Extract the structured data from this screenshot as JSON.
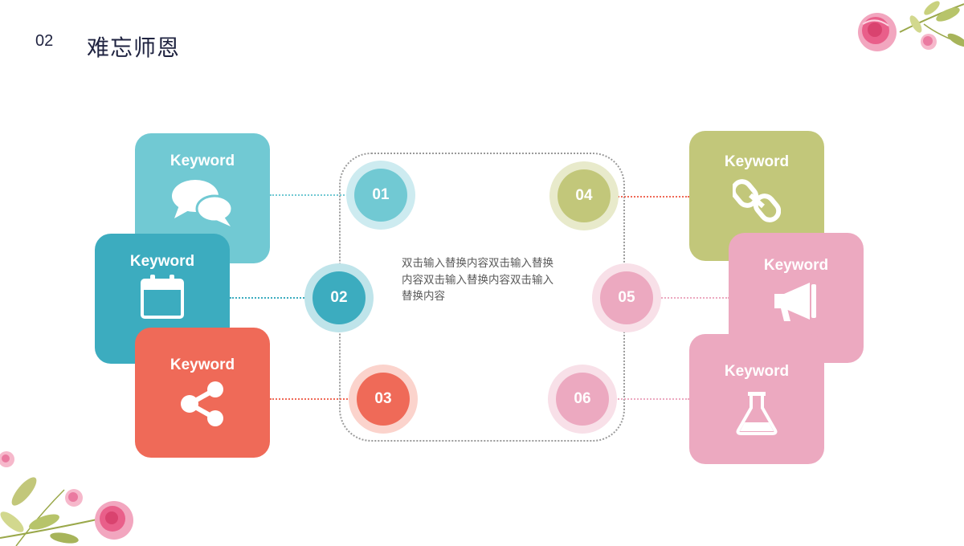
{
  "header": {
    "number": "02",
    "title": "难忘师恩"
  },
  "colors": {
    "teal_light": "#71c9d3",
    "teal_dark": "#3cacbf",
    "coral": "#ef6a58",
    "olive": "#c2c77a",
    "pink": "#eca9c0",
    "flower_pink": "#e95f8a",
    "leaf_green": "#b7c46a"
  },
  "cards": [
    {
      "id": "c1",
      "label": "Keyword",
      "icon": "chat-bubbles-icon"
    },
    {
      "id": "c2",
      "label": "Keyword",
      "icon": "calendar-icon"
    },
    {
      "id": "c3",
      "label": "Keyword",
      "icon": "share-icon"
    },
    {
      "id": "c4",
      "label": "Keyword",
      "icon": "chain-link-icon"
    },
    {
      "id": "c5",
      "label": "Keyword",
      "icon": "megaphone-icon"
    },
    {
      "id": "c6",
      "label": "Keyword",
      "icon": "flask-icon"
    }
  ],
  "nodes": [
    "01",
    "02",
    "03",
    "04",
    "05",
    "06"
  ],
  "center_text": "双击输入替换内容双击输入替换内容双击输入替换内容双击输入替换内容"
}
